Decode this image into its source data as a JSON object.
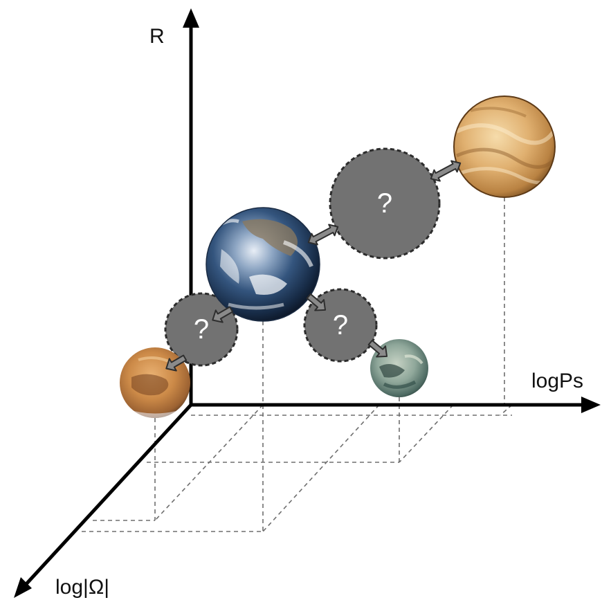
{
  "axes": {
    "vertical_label": "R",
    "horizontal_label": "logPs",
    "depth_label": "log|Ω|"
  },
  "planets": [
    {
      "name": "earth-icon"
    },
    {
      "name": "venus-icon"
    },
    {
      "name": "mars-icon"
    },
    {
      "name": "titan-icon"
    }
  ],
  "unknowns": [
    {
      "label": "?"
    },
    {
      "label": "?"
    },
    {
      "label": "?"
    }
  ],
  "colors": {
    "unknown_fill": "#727272",
    "arrow_fill": "#8a8a8a",
    "projection_lines": "#6e6e6e"
  }
}
